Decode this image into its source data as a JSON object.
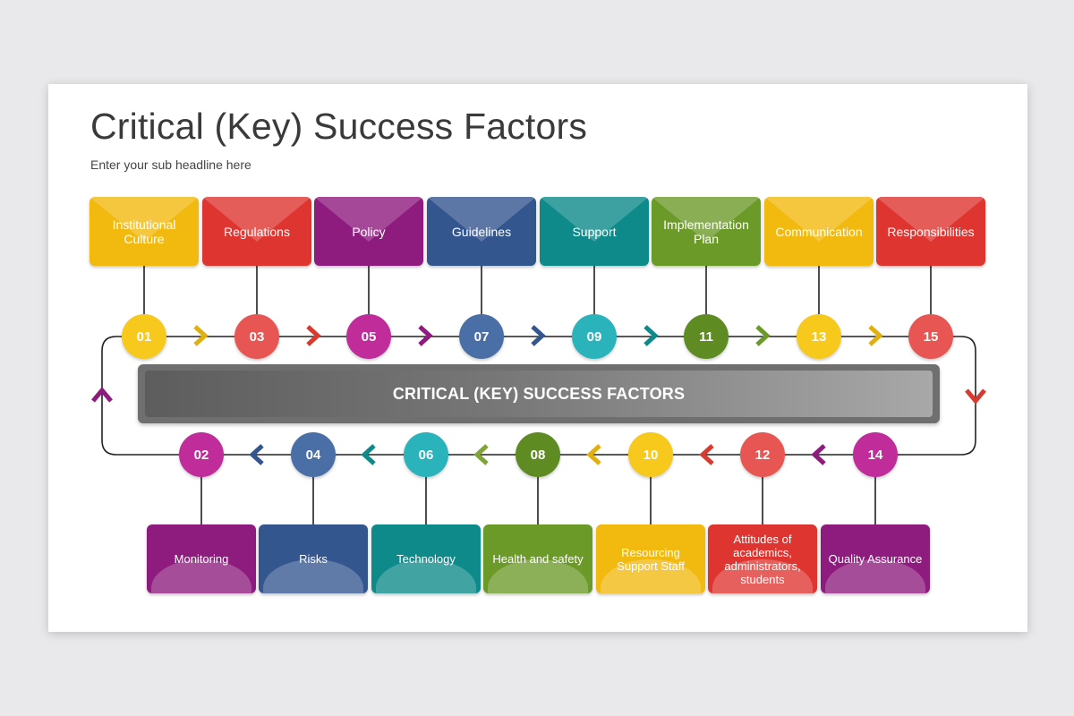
{
  "title": "Critical (Key) Success Factors",
  "subtitle": "Enter your sub headline here",
  "banner": "CRITICAL (KEY) SUCCESS FACTORS",
  "colors": {
    "yellow": "#F2B90F",
    "red": "#DF3530",
    "purple": "#8E1B7E",
    "navy": "#3B5C95",
    "teal": "#0E8A8A",
    "green": "#6C9A29",
    "magenta": "#A6258F",
    "coral": "#E85E5A",
    "pink": "#C8309E",
    "cyan": "#2FB8C0",
    "connector": "#222222"
  },
  "top_row": [
    {
      "num": "01",
      "label": "Institutional Culture",
      "box_color": "#F2B90F",
      "circle_color": "#F6C91C"
    },
    {
      "num": "03",
      "label": "Regulations",
      "box_color": "#DF3530",
      "circle_color": "#E75652"
    },
    {
      "num": "05",
      "label": "Policy",
      "box_color": "#8E1B7E",
      "circle_color": "#C02C9A"
    },
    {
      "num": "07",
      "label": "Guidelines",
      "box_color": "#34568F",
      "circle_color": "#4A6FA7"
    },
    {
      "num": "09",
      "label": "Support",
      "box_color": "#0E8A8A",
      "circle_color": "#2BB3BC"
    },
    {
      "num": "11",
      "label": "Implementation Plan",
      "box_color": "#6C9A29",
      "circle_color": "#5E8C22"
    },
    {
      "num": "13",
      "label": "Communication",
      "box_color": "#F2B90F",
      "circle_color": "#F6C91C"
    },
    {
      "num": "15",
      "label": "Responsibilities",
      "box_color": "#DF3530",
      "circle_color": "#E75652"
    }
  ],
  "bottom_row": [
    {
      "num": "02",
      "label": "Monitoring",
      "box_color": "#8E1B7E",
      "circle_color": "#C02C9A"
    },
    {
      "num": "04",
      "label": "Risks",
      "box_color": "#34568F",
      "circle_color": "#4A6FA7"
    },
    {
      "num": "06",
      "label": "Technology",
      "box_color": "#0E8A8A",
      "circle_color": "#2BB3BC"
    },
    {
      "num": "08",
      "label": "Health and safety",
      "box_color": "#6C9A29",
      "circle_color": "#5E8C22"
    },
    {
      "num": "10",
      "label": "Resourcing Support Staff",
      "box_color": "#F2B90F",
      "circle_color": "#F6C91C"
    },
    {
      "num": "12",
      "label": "Attitudes of academics, administrators, students",
      "box_color": "#DF3530",
      "circle_color": "#E75652"
    },
    {
      "num": "14",
      "label": "Quality Assurance",
      "box_color": "#8E1B7E",
      "circle_color": "#C02C9A"
    }
  ],
  "top_arrows": [
    "#E2B00E",
    "#D83A30",
    "#8E1B7E",
    "#34568F",
    "#0E8A8A",
    "#6C9A29",
    "#E2B00E"
  ],
  "bottom_arrows": [
    "#34568F",
    "#0E8A8A",
    "#7FA43A",
    "#E2B00E",
    "#D83A30",
    "#8E1B7E"
  ],
  "loop_arrows": {
    "left_up": "#8E1B7E",
    "right_down": "#D83A30"
  }
}
